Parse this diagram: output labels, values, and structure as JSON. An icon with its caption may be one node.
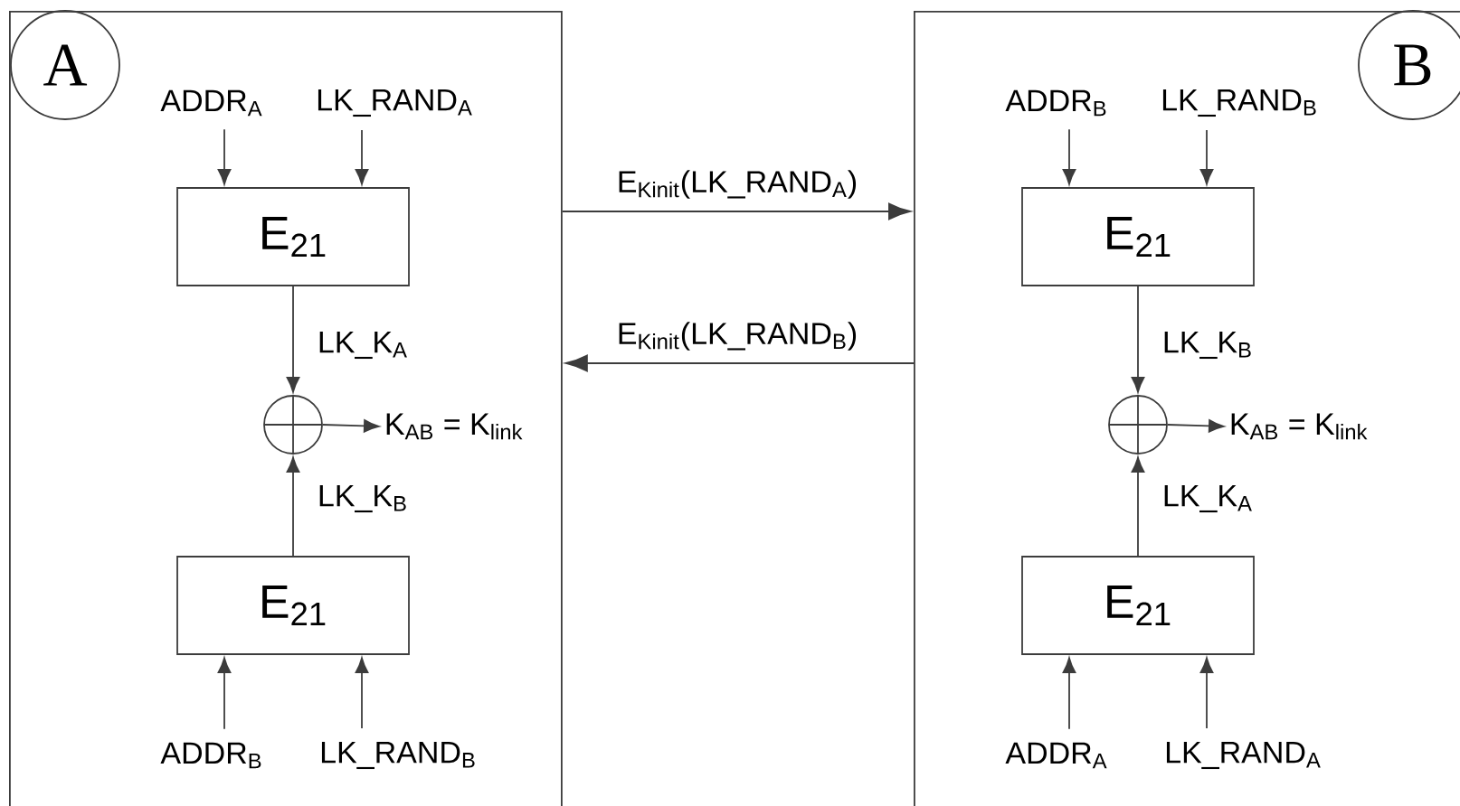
{
  "diagram": {
    "nodes": [
      {
        "text": [],
        "shape": "box"
      },
      {
        "text": [
          "A"
        ],
        "in": 0
      },
      {
        "text": [
          "ADDR$_{A}$"
        ],
        "in": 0
      },
      {
        "text": [
          "LK_RAND$_{A}$"
        ],
        "in": 0
      },
      {
        "text": [
          "E$_{21}$"
        ],
        "in": 0
      },
      {
        "text": [],
        "shape": "circle",
        "in": 0
      },
      {
        "text": [
          "K$_{AB}$ = K$_{link}$"
        ],
        "in": 0
      },
      {
        "text": [
          "E$_{21}$"
        ],
        "in": 0
      },
      {
        "text": [
          "ADDR$_{B}$"
        ],
        "in": 0
      },
      {
        "text": [
          "LK_RAND$_{B}$"
        ],
        "in": 0
      },
      {
        "text": [],
        "shape": "box"
      },
      {
        "text": [
          "B"
        ],
        "in": 10
      },
      {
        "text": [
          "ADDR$_{B}$"
        ],
        "in": 10
      },
      {
        "text": [
          "LK_RAND$_{B}$"
        ],
        "in": 10
      },
      {
        "text": [
          "E$_{21}$"
        ],
        "in": 10
      },
      {
        "text": [],
        "shape": "circle",
        "in": 10
      },
      {
        "text": [
          "K$_{AB}$ = K$_{link}$"
        ],
        "in": 10
      },
      {
        "text": [
          "E$_{21}$"
        ],
        "in": 10
      },
      {
        "text": [
          "ADDR$_{A}$"
        ],
        "in": 10
      },
      {
        "text": [
          "LK_RAND$_{A}$"
        ],
        "in": 10
      }
    ],
    "edges": [
      {
        "from": 2,
        "to": 4,
        "arrow": "to"
      },
      {
        "from": 3,
        "to": 4,
        "arrow": "to"
      },
      {
        "from": 4,
        "to": 5,
        "arrow": "to",
        "label": "LK_K$_{A}$"
      },
      {
        "from": 7,
        "to": 5,
        "arrow": "to",
        "label": "LK_K$_{B}$"
      },
      {
        "from": 5,
        "to": 6,
        "arrow": "to"
      },
      {
        "from": 8,
        "to": 7,
        "arrow": "to"
      },
      {
        "from": 9,
        "to": 7,
        "arrow": "to"
      },
      {
        "from": 12,
        "to": 14,
        "arrow": "to"
      },
      {
        "from": 13,
        "to": 14,
        "arrow": "to"
      },
      {
        "from": 14,
        "to": 15,
        "arrow": "to",
        "label": "LK_K$_{B}$"
      },
      {
        "from": 17,
        "to": 15,
        "arrow": "to",
        "label": "LK_K$_{A}$"
      },
      {
        "from": 15,
        "to": 16,
        "arrow": "to"
      },
      {
        "from": 18,
        "to": 17,
        "arrow": "to"
      },
      {
        "from": 19,
        "to": 17,
        "arrow": "to"
      },
      {
        "from": 0,
        "to": 10,
        "arrow": "to",
        "label": "E$_{Kinit}$(LK_RAND$_{A}$)"
      },
      {
        "from": 10,
        "to": 0,
        "arrow": "to",
        "label": "E$_{Kinit}$(LK_RAND$_{B}$)"
      }
    ]
  }
}
